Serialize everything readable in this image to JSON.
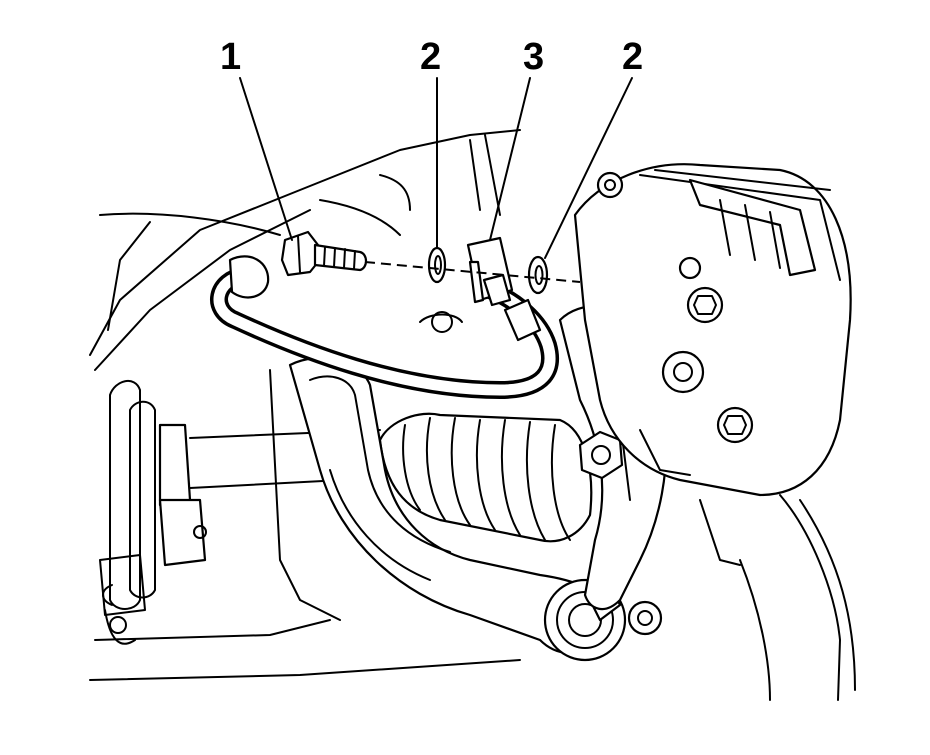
{
  "callouts": [
    {
      "label": "1"
    },
    {
      "label": "2"
    },
    {
      "label": "3"
    },
    {
      "label": "2"
    }
  ],
  "colors": {
    "line": "#000000",
    "background": "#ffffff"
  }
}
